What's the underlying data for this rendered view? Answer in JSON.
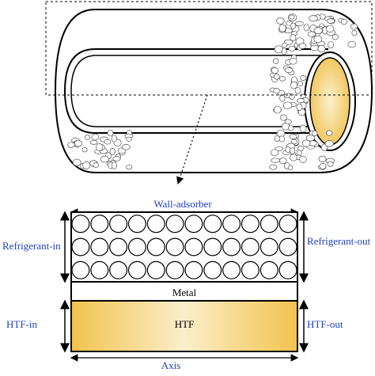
{
  "labels": {
    "wall_adsorber": "Wall-adsorber",
    "refrigerant_in": "Refrigerant-in",
    "refrigerant_out": "Refrigerant-out",
    "metal": "Metal",
    "htf": "HTF",
    "htf_in": "HTF-in",
    "htf_out": "HTF-out",
    "axis": "Axis"
  },
  "colors": {
    "label_blue": "#1f3fbf",
    "htf_gold": "#f3c95b",
    "htf_light": "#fbedc4",
    "outline": "#000000"
  },
  "adsorbent_grid": {
    "rows": 3,
    "cols": 12
  }
}
